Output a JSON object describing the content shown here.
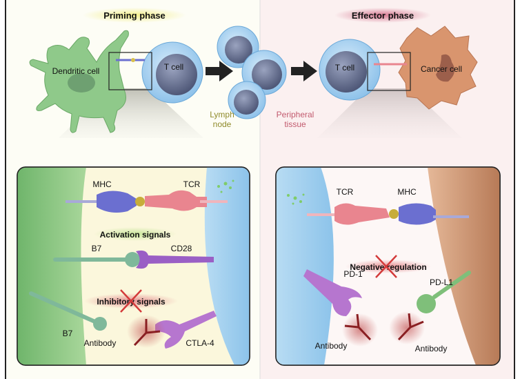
{
  "priming": {
    "title": "Priming phase",
    "dendritic_cell": "Dendritic cell",
    "t_cell": "T cell",
    "lymph_node": [
      "Lymph",
      "node"
    ],
    "inset": {
      "mhc": "MHC",
      "tcr": "TCR",
      "activation": "Activation signals",
      "b7_top": "B7",
      "cd28": "CD28",
      "inhibitory": "Inhibitory signals",
      "b7_bottom": "B7",
      "antibody": "Antibody",
      "ctla4": "CTLA-4"
    }
  },
  "effector": {
    "title": "Effector phase",
    "t_cell": "T cell",
    "cancer_cell": "Cancer cell",
    "peripheral": [
      "Peripheral",
      "tissue"
    ],
    "inset": {
      "tcr": "TCR",
      "mhc": "MHC",
      "negative": "Negative regulation",
      "pd1": "PD-1",
      "pdl1": "PD-L1",
      "antibody_left": "Antibody",
      "antibody_right": "Antibody"
    }
  },
  "colors": {
    "priming_bg": "#fdfdf3",
    "effector_bg": "#fbefef",
    "dendritic": "#8fc98a",
    "tcell": "#a9d2ef",
    "nucleus": "#6e7898",
    "cancer": "#d9956e",
    "mhc": "#6b6fd0",
    "tcr": "#e9858f",
    "b7": "#7fb89a",
    "cd28": "#9a5fc5",
    "antibody": "#8a1f22",
    "cross": "#d33a3a"
  }
}
